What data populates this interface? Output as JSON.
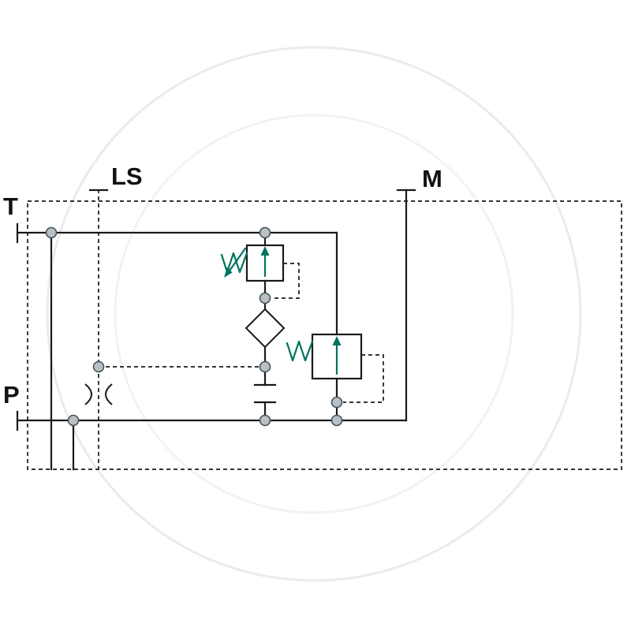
{
  "ports": {
    "T": {
      "label": "T"
    },
    "LS": {
      "label": "LS"
    },
    "M": {
      "label": "M"
    },
    "P": {
      "label": "P"
    }
  },
  "components": {
    "relief_valve_top": "relief-valve-icon",
    "relief_valve_right": "relief-valve-icon",
    "filter": "filter-diamond-icon",
    "orifice": "fixed-orifice-icon",
    "plug": "line-plug-icon"
  },
  "colors": {
    "background": "#ffffff",
    "line": "#1a1a1a",
    "accent": "#00735f",
    "node_fill": "#b9c0c4",
    "node_stroke": "#44525a",
    "watermark": "#ebebeb"
  }
}
